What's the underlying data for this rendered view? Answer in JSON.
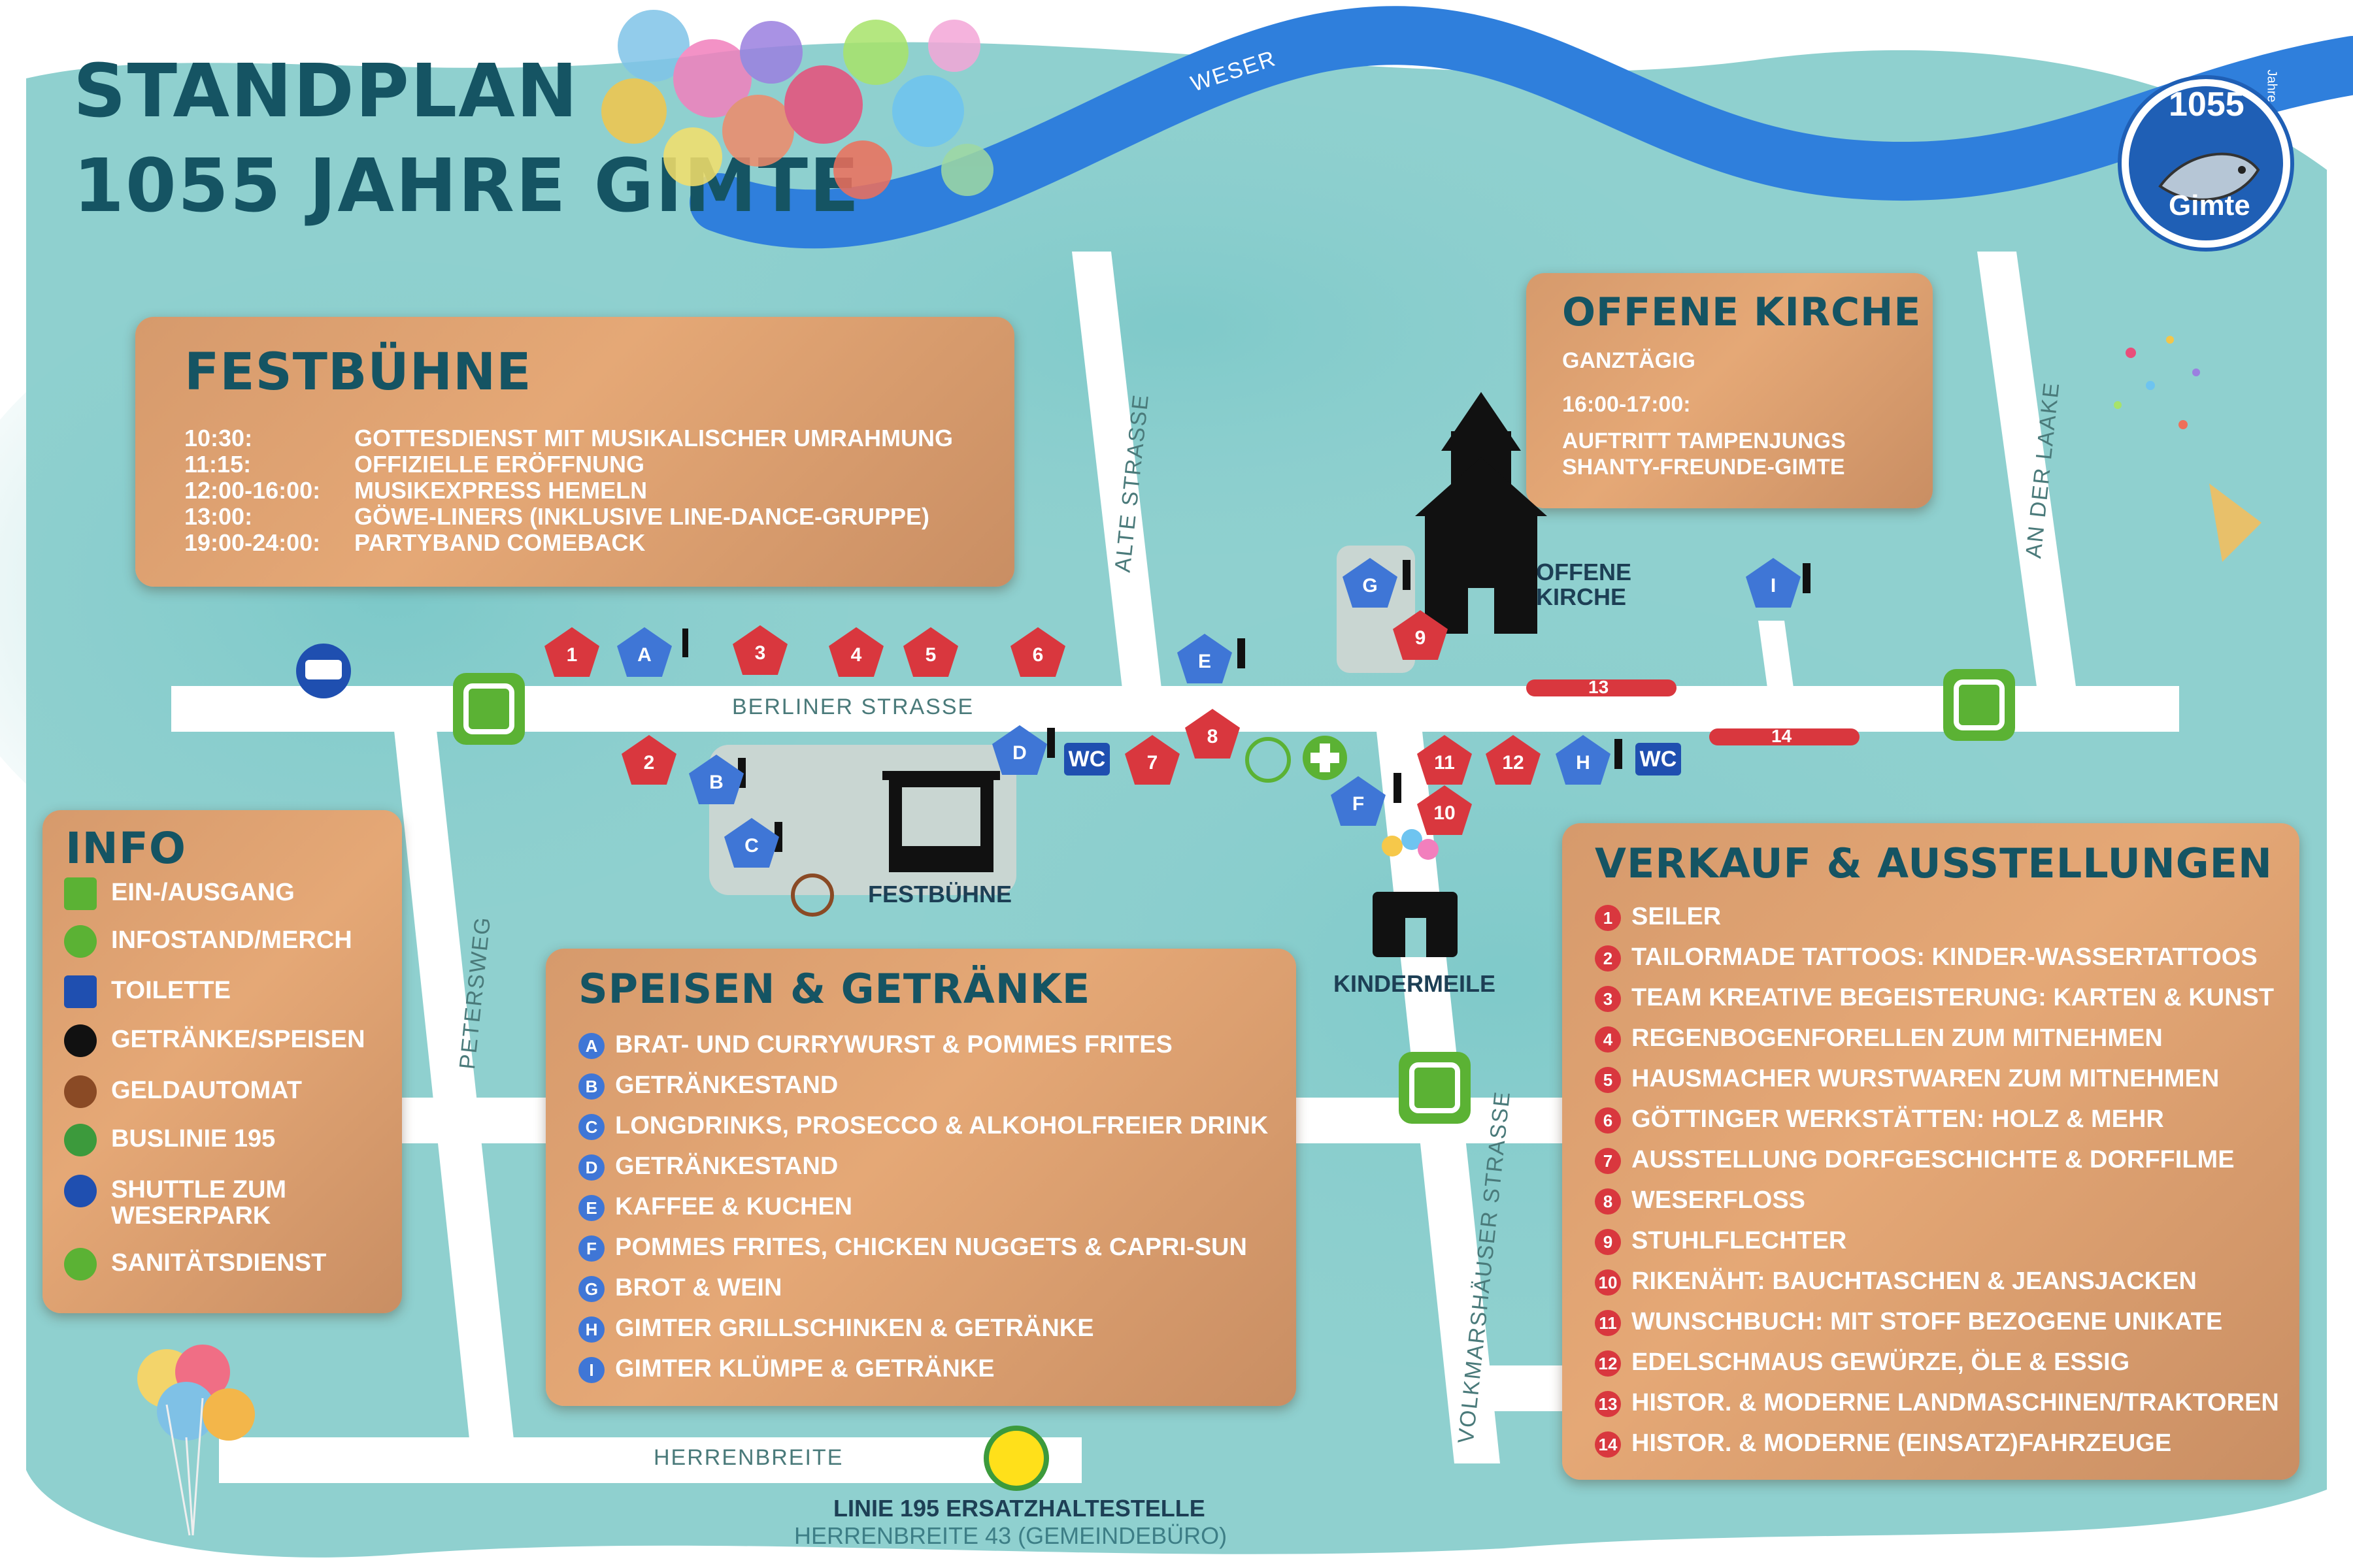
{
  "title": {
    "line1": "STANDPLAN",
    "line2": "1055 JAHRE GIMTE"
  },
  "river_label": "WESER",
  "logo": {
    "number": "1055",
    "small": "Jahre",
    "name": "Gimte"
  },
  "colors": {
    "water": "#8fd0cf",
    "river": "#2f7fdc",
    "panel": "#d99d6e",
    "title": "#155463",
    "stand_red": "#d9373e",
    "stand_blue": "#3f76d6",
    "entrance": "#5bb234",
    "road": "#ffffff"
  },
  "streets": {
    "berliner": "BERLINER STRASSE",
    "alte": "ALTE STRASSE",
    "laake": "AN DER LAAKE",
    "peters": "PETERSWEG",
    "volk": "VOLKMARSHÄUSER STRASSE",
    "herren": "HERRENBREITE"
  },
  "festbuehne": {
    "title": "FESTBÜHNE",
    "schedule": [
      {
        "time": "10:30:",
        "event": "GOTTESDIENST MIT MUSIKALISCHER UMRAHMUNG"
      },
      {
        "time": "11:15:",
        "event": "OFFIZIELLE ERÖFFNUNG"
      },
      {
        "time": "12:00-16:00:",
        "event": "MUSIKEXPRESS HEMELN"
      },
      {
        "time": "13:00:",
        "event": "GÖWE-LINERS (INKLUSIVE LINE-DANCE-GRUPPE)"
      },
      {
        "time": "19:00-24:00:",
        "event": "PARTYBAND COMEBACK"
      }
    ]
  },
  "kirche": {
    "title": "OFFENE KIRCHE",
    "line1": "GANZTÄGIG",
    "line2": "16:00-17:00:",
    "line3": "AUFTRITT TAMPENJUNGS",
    "line4": "SHANTY-FREUNDE-GIMTE"
  },
  "info": {
    "title": "INFO",
    "items": [
      {
        "icon": "entrance-icon",
        "label": "EIN-/AUSGANG"
      },
      {
        "icon": "info-icon",
        "label": "INFOSTAND/MERCH"
      },
      {
        "icon": "wc-icon",
        "label": "TOILETTE"
      },
      {
        "icon": "bottle-icon",
        "label": "GETRÄNKE/SPEISEN"
      },
      {
        "icon": "euro-icon",
        "label": "GELDAUTOMAT"
      },
      {
        "icon": "bus-stop-icon",
        "label": "BUSLINIE 195"
      },
      {
        "icon": "shuttle-bus-icon",
        "label": "SHUTTLE ZUM",
        "label2": "WESERPARK"
      },
      {
        "icon": "first-aid-icon",
        "label": "SANITÄTSDIENST"
      }
    ]
  },
  "speisen": {
    "title": "SPEISEN & GETRÄNKE",
    "items": [
      {
        "key": "A",
        "label": "BRAT- UND CURRYWURST & POMMES FRITES"
      },
      {
        "key": "B",
        "label": "GETRÄNKESTAND"
      },
      {
        "key": "C",
        "label": "LONGDRINKS, PROSECCO & ALKOHOLFREIER DRINK"
      },
      {
        "key": "D",
        "label": "GETRÄNKESTAND"
      },
      {
        "key": "E",
        "label": "KAFFEE & KUCHEN"
      },
      {
        "key": "F",
        "label": "POMMES FRITES, CHICKEN NUGGETS & CAPRI-SUN"
      },
      {
        "key": "G",
        "label": "BROT & WEIN"
      },
      {
        "key": "H",
        "label": "GIMTER GRILLSCHINKEN & GETRÄNKE"
      },
      {
        "key": "I",
        "label": "GIMTER KLÜMPE & GETRÄNKE"
      }
    ]
  },
  "verkauf": {
    "title": "VERKAUF & AUSSTELLUNGEN",
    "items": [
      {
        "key": "1",
        "label": "SEILER"
      },
      {
        "key": "2",
        "label": "TAILORMADE TATTOOS: KINDER-WASSERTATTOOS"
      },
      {
        "key": "3",
        "label": "TEAM KREATIVE BEGEISTERUNG: KARTEN & KUNST"
      },
      {
        "key": "4",
        "label": "REGENBOGENFORELLEN ZUM MITNEHMEN"
      },
      {
        "key": "5",
        "label": "HAUSMACHER WURSTWAREN ZUM MITNEHMEN"
      },
      {
        "key": "6",
        "label": "GÖTTINGER WERKSTÄTTEN: HOLZ & MEHR"
      },
      {
        "key": "7",
        "label": "AUSSTELLUNG DORFGESCHICHTE & DORFFILME"
      },
      {
        "key": "8",
        "label": "WESERFLOSS"
      },
      {
        "key": "9",
        "label": "STUHLFLECHTER"
      },
      {
        "key": "10",
        "label": "RIKENÄHT: BAUCHTASCHEN & JEANSJACKEN"
      },
      {
        "key": "11",
        "label": "WUNSCHBUCH: MIT STOFF BEZOGENE UNIKATE"
      },
      {
        "key": "12",
        "label": "EDELSCHMAUS GEWÜRZE, ÖLE & ESSIG"
      },
      {
        "key": "13",
        "label": "HISTOR. & MODERNE LANDMASCHINEN/TRAKTOREN"
      },
      {
        "key": "14",
        "label": "HISTOR. & MODERNE (EINSATZ)FAHRZEUGE"
      }
    ]
  },
  "map_labels": {
    "festbuehne": "FESTBÜHNE",
    "kirche1": "OFFENE",
    "kirche2": "KIRCHE",
    "kindermeile": "KINDERMEILE",
    "wc": "WC",
    "haltestelle1": "LINIE 195 ERSATZHALTESTELLE",
    "haltestelle2": "HERRENBREITE 43 (GEMEINDEBÜRO)"
  },
  "stands_red": [
    "1",
    "2",
    "3",
    "4",
    "5",
    "6",
    "7",
    "8",
    "9",
    "10",
    "11",
    "12"
  ],
  "stands_blue": [
    "A",
    "B",
    "C",
    "D",
    "E",
    "F",
    "G",
    "H",
    "I"
  ],
  "long_stands": [
    "13",
    "14"
  ]
}
